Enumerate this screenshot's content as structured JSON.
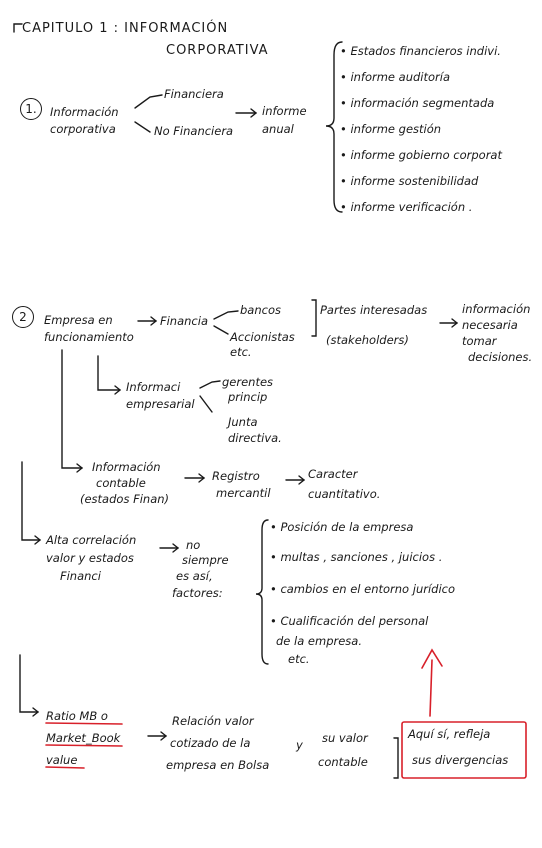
{
  "title": {
    "line1": "CAPITULO 1 : INFORMACIÓN",
    "line2": "CORPORATIVA"
  },
  "section1": {
    "number": "1.",
    "main": [
      "Información",
      "corporativa"
    ],
    "branch_top": "Financiera",
    "branch_bottom": "No Financiera",
    "result": [
      "informe",
      "anual"
    ],
    "list": [
      "• Estados financieros indivi.",
      "• informe auditoría",
      "• información segmentada",
      "• informe gestión",
      "• informe gobierno corporat",
      "• informe sostenibilidad",
      "• informe verificación ."
    ]
  },
  "section2": {
    "number": "2",
    "main": [
      "Empresa en",
      "funcionamiento"
    ],
    "financia": "Financia",
    "financia_top": "bancos",
    "financia_bottom": [
      "Accionistas",
      "etc."
    ],
    "stakeholders": [
      "Partes interesadas",
      "(stakeholders)"
    ],
    "info_need": [
      "información",
      "necesaria",
      "tomar",
      "decisiones."
    ],
    "inf_empresarial": [
      "Informaci",
      "empresarial"
    ],
    "inf_emp_top": [
      "gerentes",
      "princip"
    ],
    "inf_emp_bottom": [
      "Junta",
      "directiva."
    ],
    "contable": [
      "Información",
      "contable",
      "(estados Finan)"
    ],
    "registro": [
      "Registro",
      "mercantil"
    ],
    "caracter": [
      "Caracter",
      "cuantitativo."
    ],
    "alta": [
      "Alta correlación",
      "valor y estados",
      "Financi"
    ],
    "no_siempre": [
      "no",
      "siempre",
      "es así,",
      "factores:"
    ],
    "factores": [
      "• Posición de la empresa",
      "• multas , sanciones , juicios .",
      "• cambios en el entorno jurídico",
      "• Cualificación del personal",
      "de la empresa.",
      "etc."
    ],
    "ratio": [
      "Ratio MB o",
      "Market_Book",
      "value"
    ],
    "relacion": [
      "Relación valor",
      "cotizado de la",
      "empresa en Bolsa"
    ],
    "y": "y",
    "su_valor": [
      "su valor",
      "contable"
    ],
    "aqui": [
      "Aquí sí, refleja",
      "sus divergencias"
    ]
  },
  "colors": {
    "ink": "#1a1a1a",
    "highlight": "#d8202a"
  }
}
